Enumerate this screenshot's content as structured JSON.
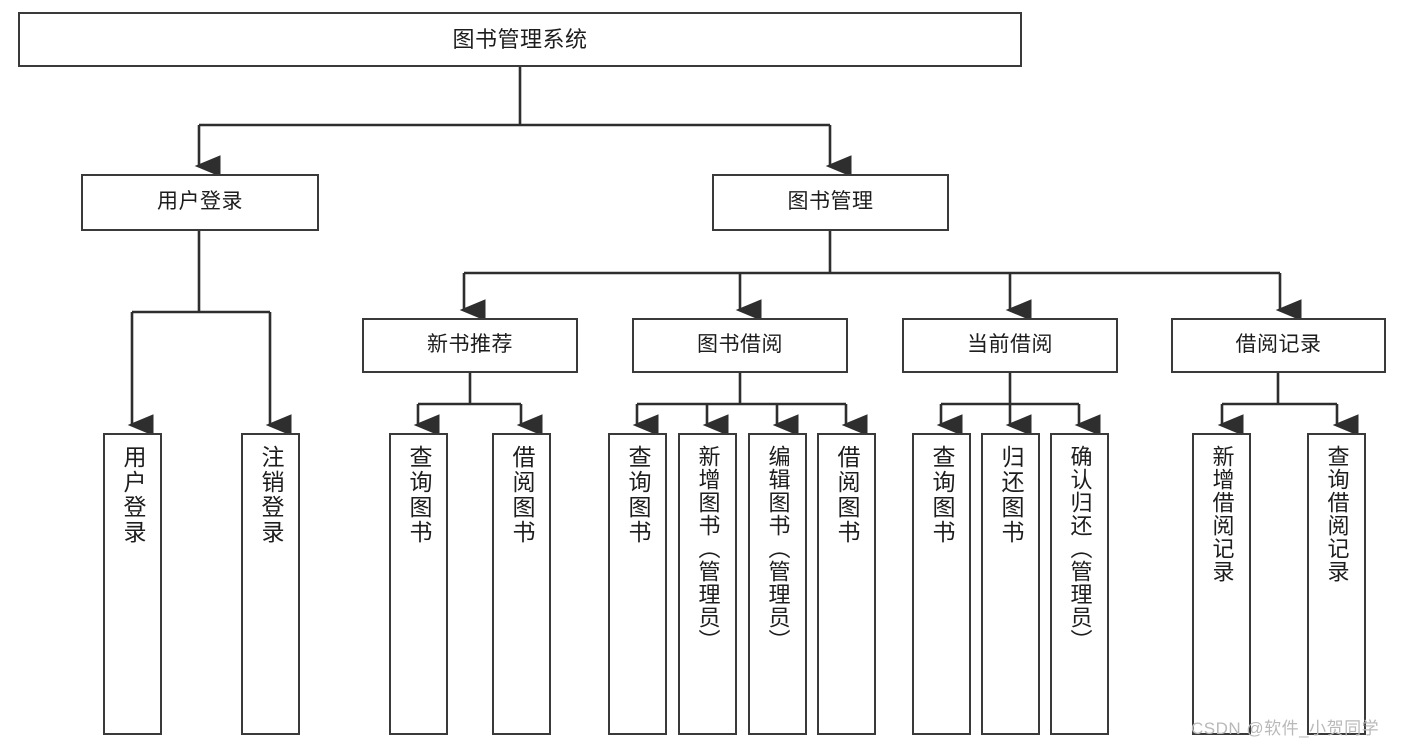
{
  "diagram": {
    "type": "tree-hierarchy",
    "title": "图书管理系统",
    "orientation": "top-down",
    "colors": {
      "stroke": "#3a3a3a",
      "fill": "#ffffff",
      "text": "#1d1d1d",
      "watermark": "#b9b9b9"
    },
    "nodes": {
      "root": {
        "label": "图书管理系统"
      },
      "level1": [
        {
          "id": "user-login",
          "label": "用户登录"
        },
        {
          "id": "book-manage",
          "label": "图书管理"
        }
      ],
      "level2": [
        {
          "id": "new-book-recommend",
          "label": "新书推荐",
          "parent": "book-manage"
        },
        {
          "id": "book-borrow",
          "label": "图书借阅",
          "parent": "book-manage"
        },
        {
          "id": "current-borrow",
          "label": "当前借阅",
          "parent": "book-manage"
        },
        {
          "id": "borrow-record",
          "label": "借阅记录",
          "parent": "book-manage"
        }
      ],
      "leaves": [
        {
          "id": "leaf-user-login",
          "label": "用户登录",
          "parent": "user-login"
        },
        {
          "id": "leaf-user-logout",
          "label": "注销登录",
          "parent": "user-login"
        },
        {
          "id": "leaf-query-book-1",
          "label": "查询图书",
          "parent": "new-book-recommend"
        },
        {
          "id": "leaf-borrow-book-1",
          "label": "借阅图书",
          "parent": "new-book-recommend"
        },
        {
          "id": "leaf-query-book-2",
          "label": "查询图书",
          "parent": "book-borrow"
        },
        {
          "id": "leaf-add-book",
          "label": "新增图书（管理员）",
          "parent": "book-borrow"
        },
        {
          "id": "leaf-edit-book",
          "label": "编辑图书（管理员）",
          "parent": "book-borrow"
        },
        {
          "id": "leaf-borrow-book-2",
          "label": "借阅图书",
          "parent": "book-borrow"
        },
        {
          "id": "leaf-query-book-3",
          "label": "查询图书",
          "parent": "current-borrow"
        },
        {
          "id": "leaf-return-book",
          "label": "归还图书",
          "parent": "current-borrow"
        },
        {
          "id": "leaf-confirm-return",
          "label": "确认归还（管理员）",
          "parent": "current-borrow"
        },
        {
          "id": "leaf-add-record",
          "label": "新增借阅记录",
          "parent": "borrow-record"
        },
        {
          "id": "leaf-query-record",
          "label": "查询借阅记录",
          "parent": "borrow-record"
        }
      ]
    }
  },
  "watermark": {
    "text": "CSDN @软件_小贺同学"
  }
}
